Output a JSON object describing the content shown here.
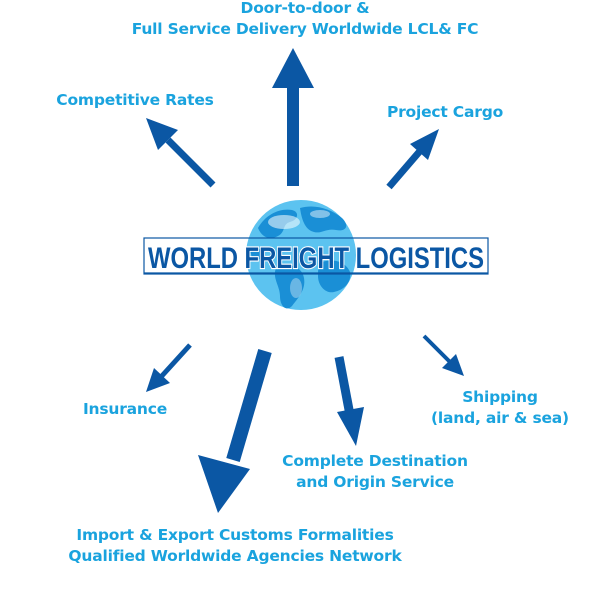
{
  "logo": {
    "text": "WORLD FREIGHT LOGISTICS"
  },
  "labels": {
    "door_to_door": {
      "line1": "Door-to-door &",
      "line2": "Full Service Delivery Worldwide LCL& FC"
    },
    "competitive_rates": "Competitive Rates",
    "project_cargo": "Project Cargo",
    "insurance": "Insurance",
    "shipping": {
      "line1": "Shipping",
      "line2": "(land, air & sea)"
    },
    "destination_origin": {
      "line1": "Complete Destination",
      "line2": "and Origin Service"
    },
    "customs_agencies": {
      "line1": "Import & Export Customs Formalities",
      "line2": "Qualified Worldwide Agencies Network"
    }
  },
  "colors": {
    "arrow": "#0b57a4",
    "label_text": "#1aa3de",
    "logo_text": "#0b57a4",
    "globe_light": "#5cc3f0",
    "globe_dark": "#1a8fd6"
  }
}
